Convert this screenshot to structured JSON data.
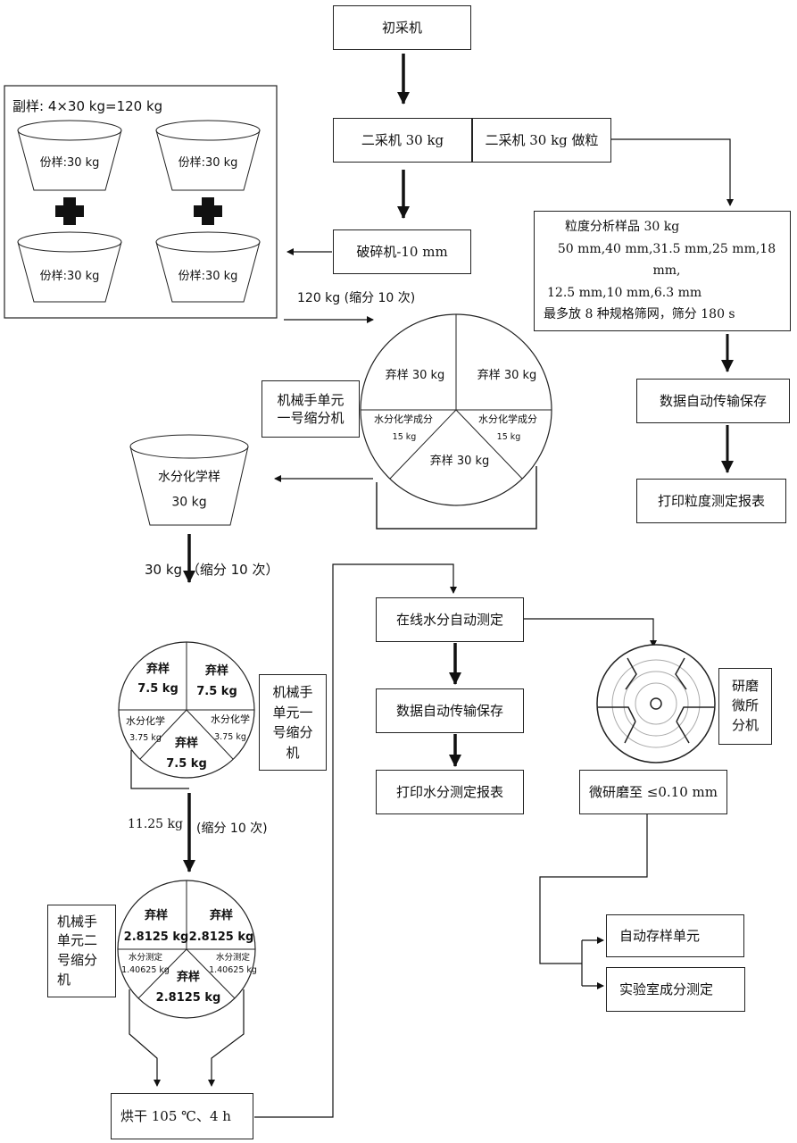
{
  "process": {
    "primary_sampler": "初采机",
    "secondary_sampler": "二采机 30 kg",
    "secondary_particle": "二采机 30 kg 做粒",
    "crusher": "破碎机-10 mm",
    "reduction_1_label": "120 kg (缩分 10 次)",
    "divider_1": "机械手单元一号缩分机",
    "divider_1_lines": [
      "机械手单元",
      "一号缩分机"
    ],
    "water_chem_sample": "水分化学样",
    "water_chem_weight": "30 kg",
    "reduction_2_label": "30 kg （缩分 10 次）",
    "divider_2": "机械手单元一号缩分机",
    "divider_2_lines": [
      "机械手",
      "单元一",
      "号缩分",
      "机"
    ],
    "reduction_3_weight": "11.25 kg",
    "reduction_3_label": "(缩分 10 次)",
    "divider_3": "机械手单元二号缩分机",
    "divider_3_lines": [
      "机械手",
      "单元二",
      "号缩分",
      "机"
    ],
    "dry": "烘干 105 ℃、4 h"
  },
  "duplicate": {
    "title": "副样: 4×30 kg=120 kg",
    "buckets": [
      "份样:30 kg",
      "份样:30 kg",
      "份样:30 kg",
      "份样:30 kg"
    ]
  },
  "pie1": {
    "discard_left": "弃样 30 kg",
    "discard_right": "弃样 30 kg",
    "water_left": "水分化学成分",
    "water_left_w": "15 kg",
    "water_right": "水分化学成分",
    "water_right_w": "15 kg",
    "discard_bottom": "弃样 30 kg"
  },
  "pie2": {
    "discard_left": "弃样",
    "discard_left_w": "7.5 kg",
    "discard_right": "弃样",
    "discard_right_w": "7.5 kg",
    "water_left": "水分化学",
    "water_left_w": "3.75 kg",
    "water_right": "水分化学",
    "water_right_w": "3.75 kg",
    "discard_bottom": "弃样",
    "discard_bottom_w": "7.5 kg"
  },
  "pie3": {
    "discard_left": "弃样",
    "discard_left_w": "2.8125 kg",
    "discard_right": "弃样",
    "discard_right_w": "2.8125 kg",
    "water_left": "水分测定",
    "water_left_w": "1.40625 kg",
    "water_right": "水分测定",
    "water_right_w": "1.40625 kg",
    "discard_bottom": "弃样",
    "discard_bottom_w": "2.8125 kg"
  },
  "particle": {
    "title": "粒度分析样品 30 kg",
    "sizes_line1": "50 mm,40 mm,31.5 mm,25 mm,18 mm,",
    "sizes_line2": "12.5 mm,10 mm,6.3 mm",
    "sieve": "最多放 8 种规格筛网，筛分 180 s",
    "save": "数据自动传输保存",
    "report": "打印粒度测定报表"
  },
  "moisture": {
    "online": "在线水分自动测定",
    "save": "数据自动传输保存",
    "report": "打印水分测定报表"
  },
  "grind": {
    "label_lines": [
      "研磨",
      "微所",
      "分机"
    ],
    "result": "微研磨至 ≤0.10 mm",
    "storage": "自动存样单元",
    "lab": "实验室成分测定"
  }
}
